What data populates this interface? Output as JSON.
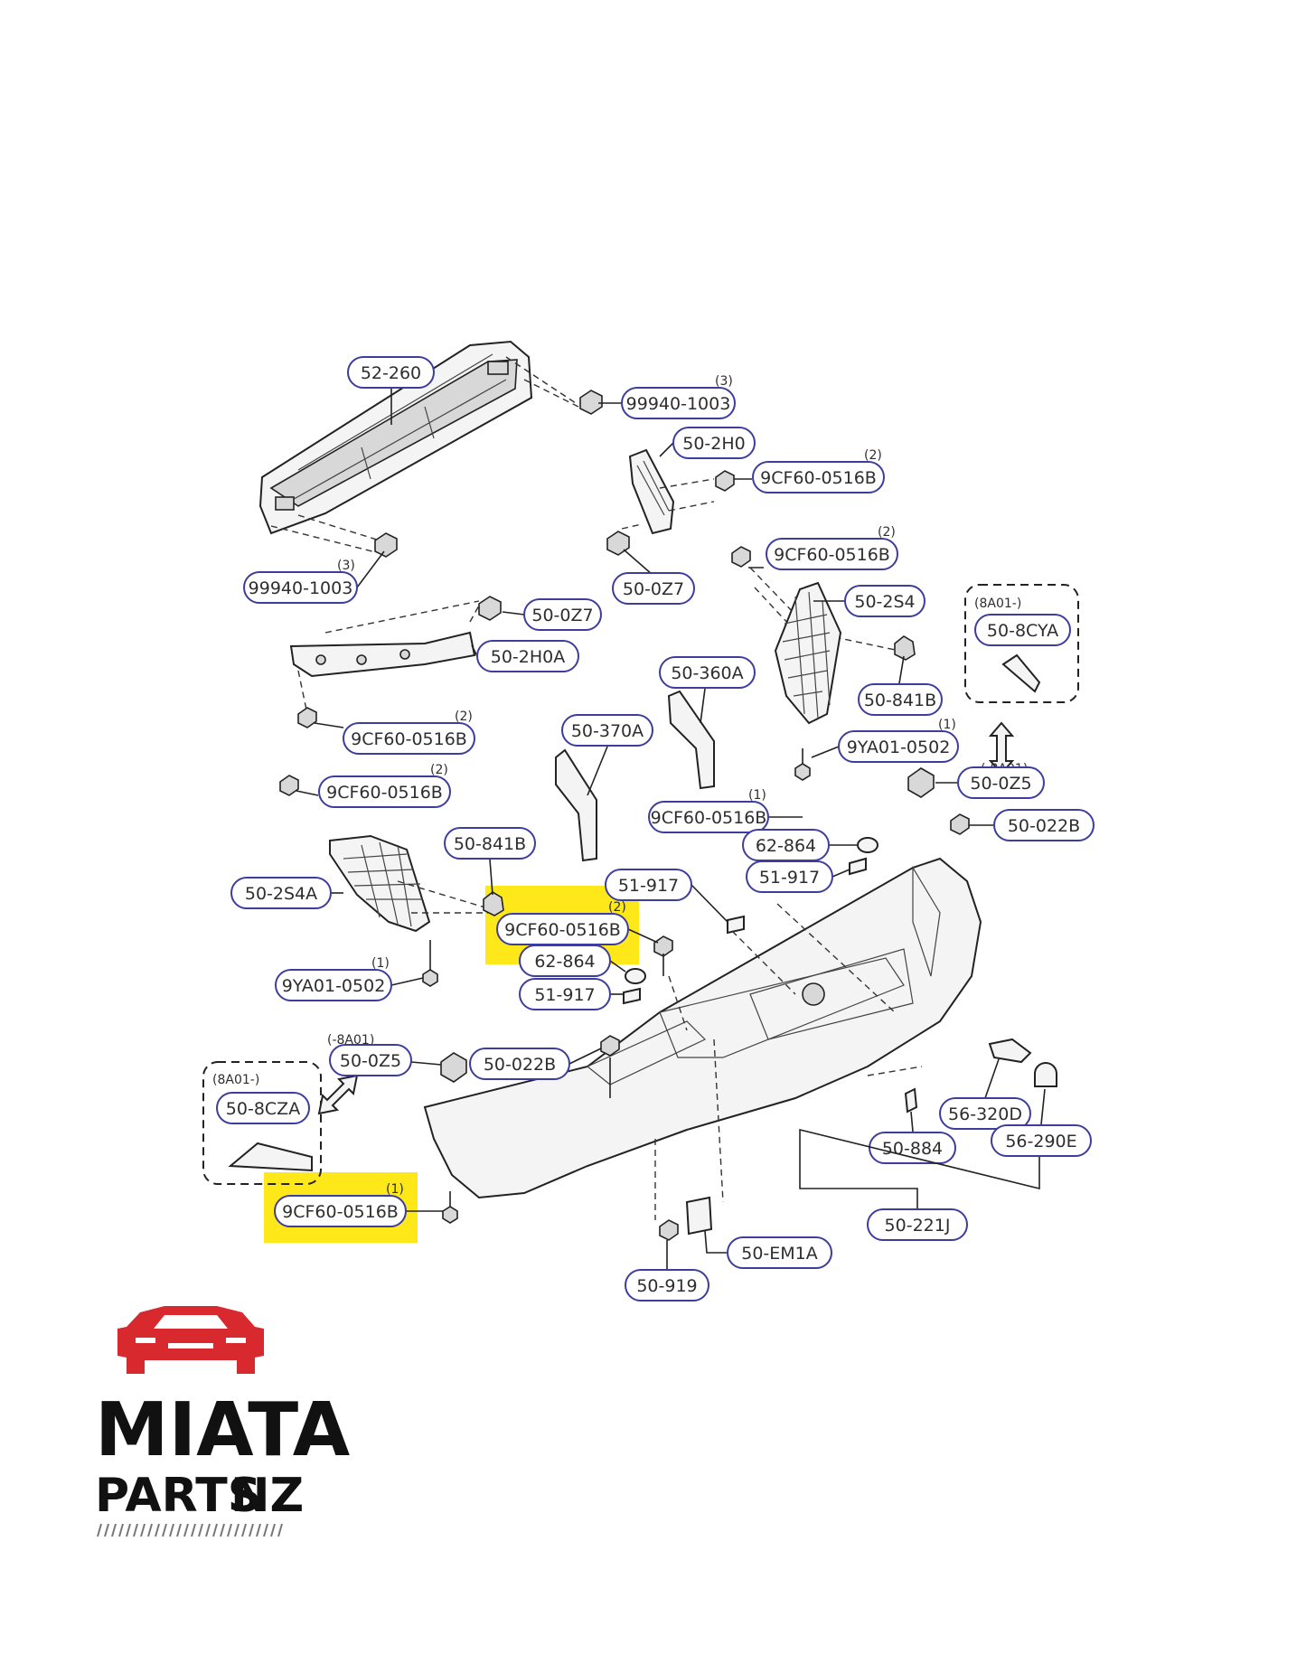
{
  "callouts": [
    {
      "id": "bumper-reinforcement",
      "code": "52-260",
      "qty": ""
    },
    {
      "id": "nut-top",
      "code": "99940-1003",
      "qty": "(3)"
    },
    {
      "id": "bracket-right",
      "code": "50-2H0",
      "qty": ""
    },
    {
      "id": "bolt-right-bracket",
      "code": "9CF60-0516B",
      "qty": "(2)"
    },
    {
      "id": "nut-left",
      "code": "99940-1003",
      "qty": "(3)"
    },
    {
      "id": "clip-center",
      "code": "50-0Z7",
      "qty": ""
    },
    {
      "id": "bolt-right-upper",
      "code": "9CF60-0516B",
      "qty": "(2)"
    },
    {
      "id": "side-bracket-right",
      "code": "50-2S4",
      "qty": ""
    },
    {
      "id": "clip-left-bracket",
      "code": "50-0Z7",
      "qty": ""
    },
    {
      "id": "bracket-left",
      "code": "50-2H0A",
      "qty": ""
    },
    {
      "id": "stay-right",
      "code": "50-360A",
      "qty": ""
    },
    {
      "id": "stay-left",
      "code": "50-370A",
      "qty": ""
    },
    {
      "id": "clip-right-841",
      "code": "50-841B",
      "qty": ""
    },
    {
      "id": "bolt-left-1",
      "code": "9CF60-0516B",
      "qty": "(2)"
    },
    {
      "id": "screw-right",
      "code": "9YA01-0502",
      "qty": "(1)"
    },
    {
      "id": "bolt-left-2",
      "code": "9CF60-0516B",
      "qty": "(2)"
    },
    {
      "id": "clip-right-0z5",
      "code": "50-0Z5",
      "qty": ""
    },
    {
      "id": "bolt-center-right",
      "code": "9CF60-0516B",
      "qty": "(1)"
    },
    {
      "id": "fastener-right-022",
      "code": "50-022B",
      "qty": ""
    },
    {
      "id": "plug-right",
      "code": "62-864",
      "qty": ""
    },
    {
      "id": "label-right",
      "code": "51-917",
      "qty": ""
    },
    {
      "id": "clip-left-841",
      "code": "50-841B",
      "qty": ""
    },
    {
      "id": "side-bracket-left",
      "code": "50-2S4A",
      "qty": ""
    },
    {
      "id": "label-center",
      "code": "51-917",
      "qty": ""
    },
    {
      "id": "bolt-center-left",
      "code": "9CF60-0516B",
      "qty": "(2)"
    },
    {
      "id": "plug-left",
      "code": "62-864",
      "qty": ""
    },
    {
      "id": "label-left",
      "code": "51-917",
      "qty": ""
    },
    {
      "id": "screw-left",
      "code": "9YA01-0502",
      "qty": "(1)"
    },
    {
      "id": "clip-left-0z5",
      "code": "50-0Z5",
      "qty": ""
    },
    {
      "id": "fastener-left-022",
      "code": "50-022B",
      "qty": ""
    },
    {
      "id": "bracket-left-8cza",
      "code": "50-8CZA",
      "qty": ""
    },
    {
      "id": "bracket-right-8cya",
      "code": "50-8CYA",
      "qty": ""
    },
    {
      "id": "bolt-bottom-left",
      "code": "9CF60-0516B",
      "qty": "(1)"
    },
    {
      "id": "reflector-assy",
      "code": "56-320D",
      "qty": ""
    },
    {
      "id": "grommet-884",
      "code": "50-884",
      "qty": ""
    },
    {
      "id": "reflector-cover",
      "code": "56-290E",
      "qty": ""
    },
    {
      "id": "bumper-cover",
      "code": "50-221J",
      "qty": ""
    },
    {
      "id": "seal-em1a",
      "code": "50-EM1A",
      "qty": ""
    },
    {
      "id": "fastener-919",
      "code": "50-919",
      "qty": ""
    }
  ],
  "variant_notes": {
    "box_right": "(8A01-)",
    "box_left": "(8A01-)",
    "arrow_right": "(-8A01)",
    "arrow_left": "(-8A01)"
  },
  "logo": {
    "line1": "MIATA",
    "line2": "PARTS",
    "line3": "NZ",
    "car_icon_color": "#d8292f",
    "text_color": "#111111"
  },
  "highlight_color": "#ffe81a",
  "callout_border_color": "#3d3d9e"
}
